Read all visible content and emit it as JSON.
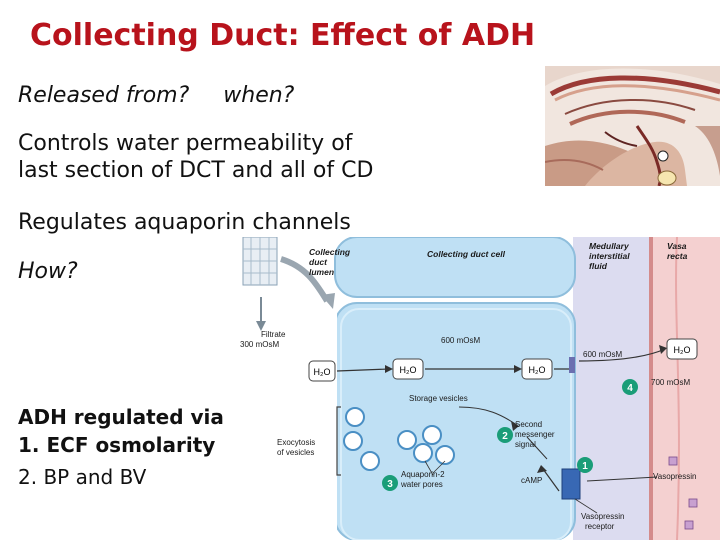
{
  "slide": {
    "title": "Collecting Duct: Effect of ADH",
    "released_from": "Released from?",
    "when": "when?",
    "controls_line1": "Controls water permeability of",
    "controls_line2": "last  section of DCT and all of CD",
    "regulates": "Regulates aquaporin channels",
    "how": "How?",
    "adh_regulated": "ADH regulated via",
    "item1": "1.   ECF osmolarity",
    "item2": "2.   BP and BV"
  },
  "figure": {
    "collecting_duct_lumen": [
      "Collecting",
      "duct",
      "lumen"
    ],
    "collecting_duct_cell": "Collecting duct cell",
    "medullary_interstitial_fluid": [
      "Medullary",
      "interstitial",
      "fluid"
    ],
    "vasa_recta": [
      "Vasa",
      "recta"
    ],
    "filtrate": [
      "Filtrate",
      "300 mOsM"
    ],
    "osm_600_cell": "600 mOsM",
    "osm_600_fluid": "600 mOsM",
    "osm_700": "700 mOsM",
    "h2o": "H₂O",
    "storage_vesicles": "Storage vesicles",
    "second_messenger": [
      "Second",
      "messenger",
      "signal"
    ],
    "exocytosis": [
      "Exocytosis",
      "of vesicles"
    ],
    "aquaporin": [
      "Aquaporin-2",
      "water pores"
    ],
    "camp": "cAMP",
    "vasopressin": "Vasopressin",
    "vasopressin_receptor": [
      "Vasopressin",
      "receptor"
    ],
    "steps": [
      "1",
      "2",
      "3",
      "4"
    ]
  },
  "colors": {
    "title": "#b8131c",
    "cell_blue": "#bfe0f4",
    "interstitial_lavender": "#dcdcf0",
    "vasa_pink": "#f4d0d0",
    "step_green": "#1a9d78"
  }
}
